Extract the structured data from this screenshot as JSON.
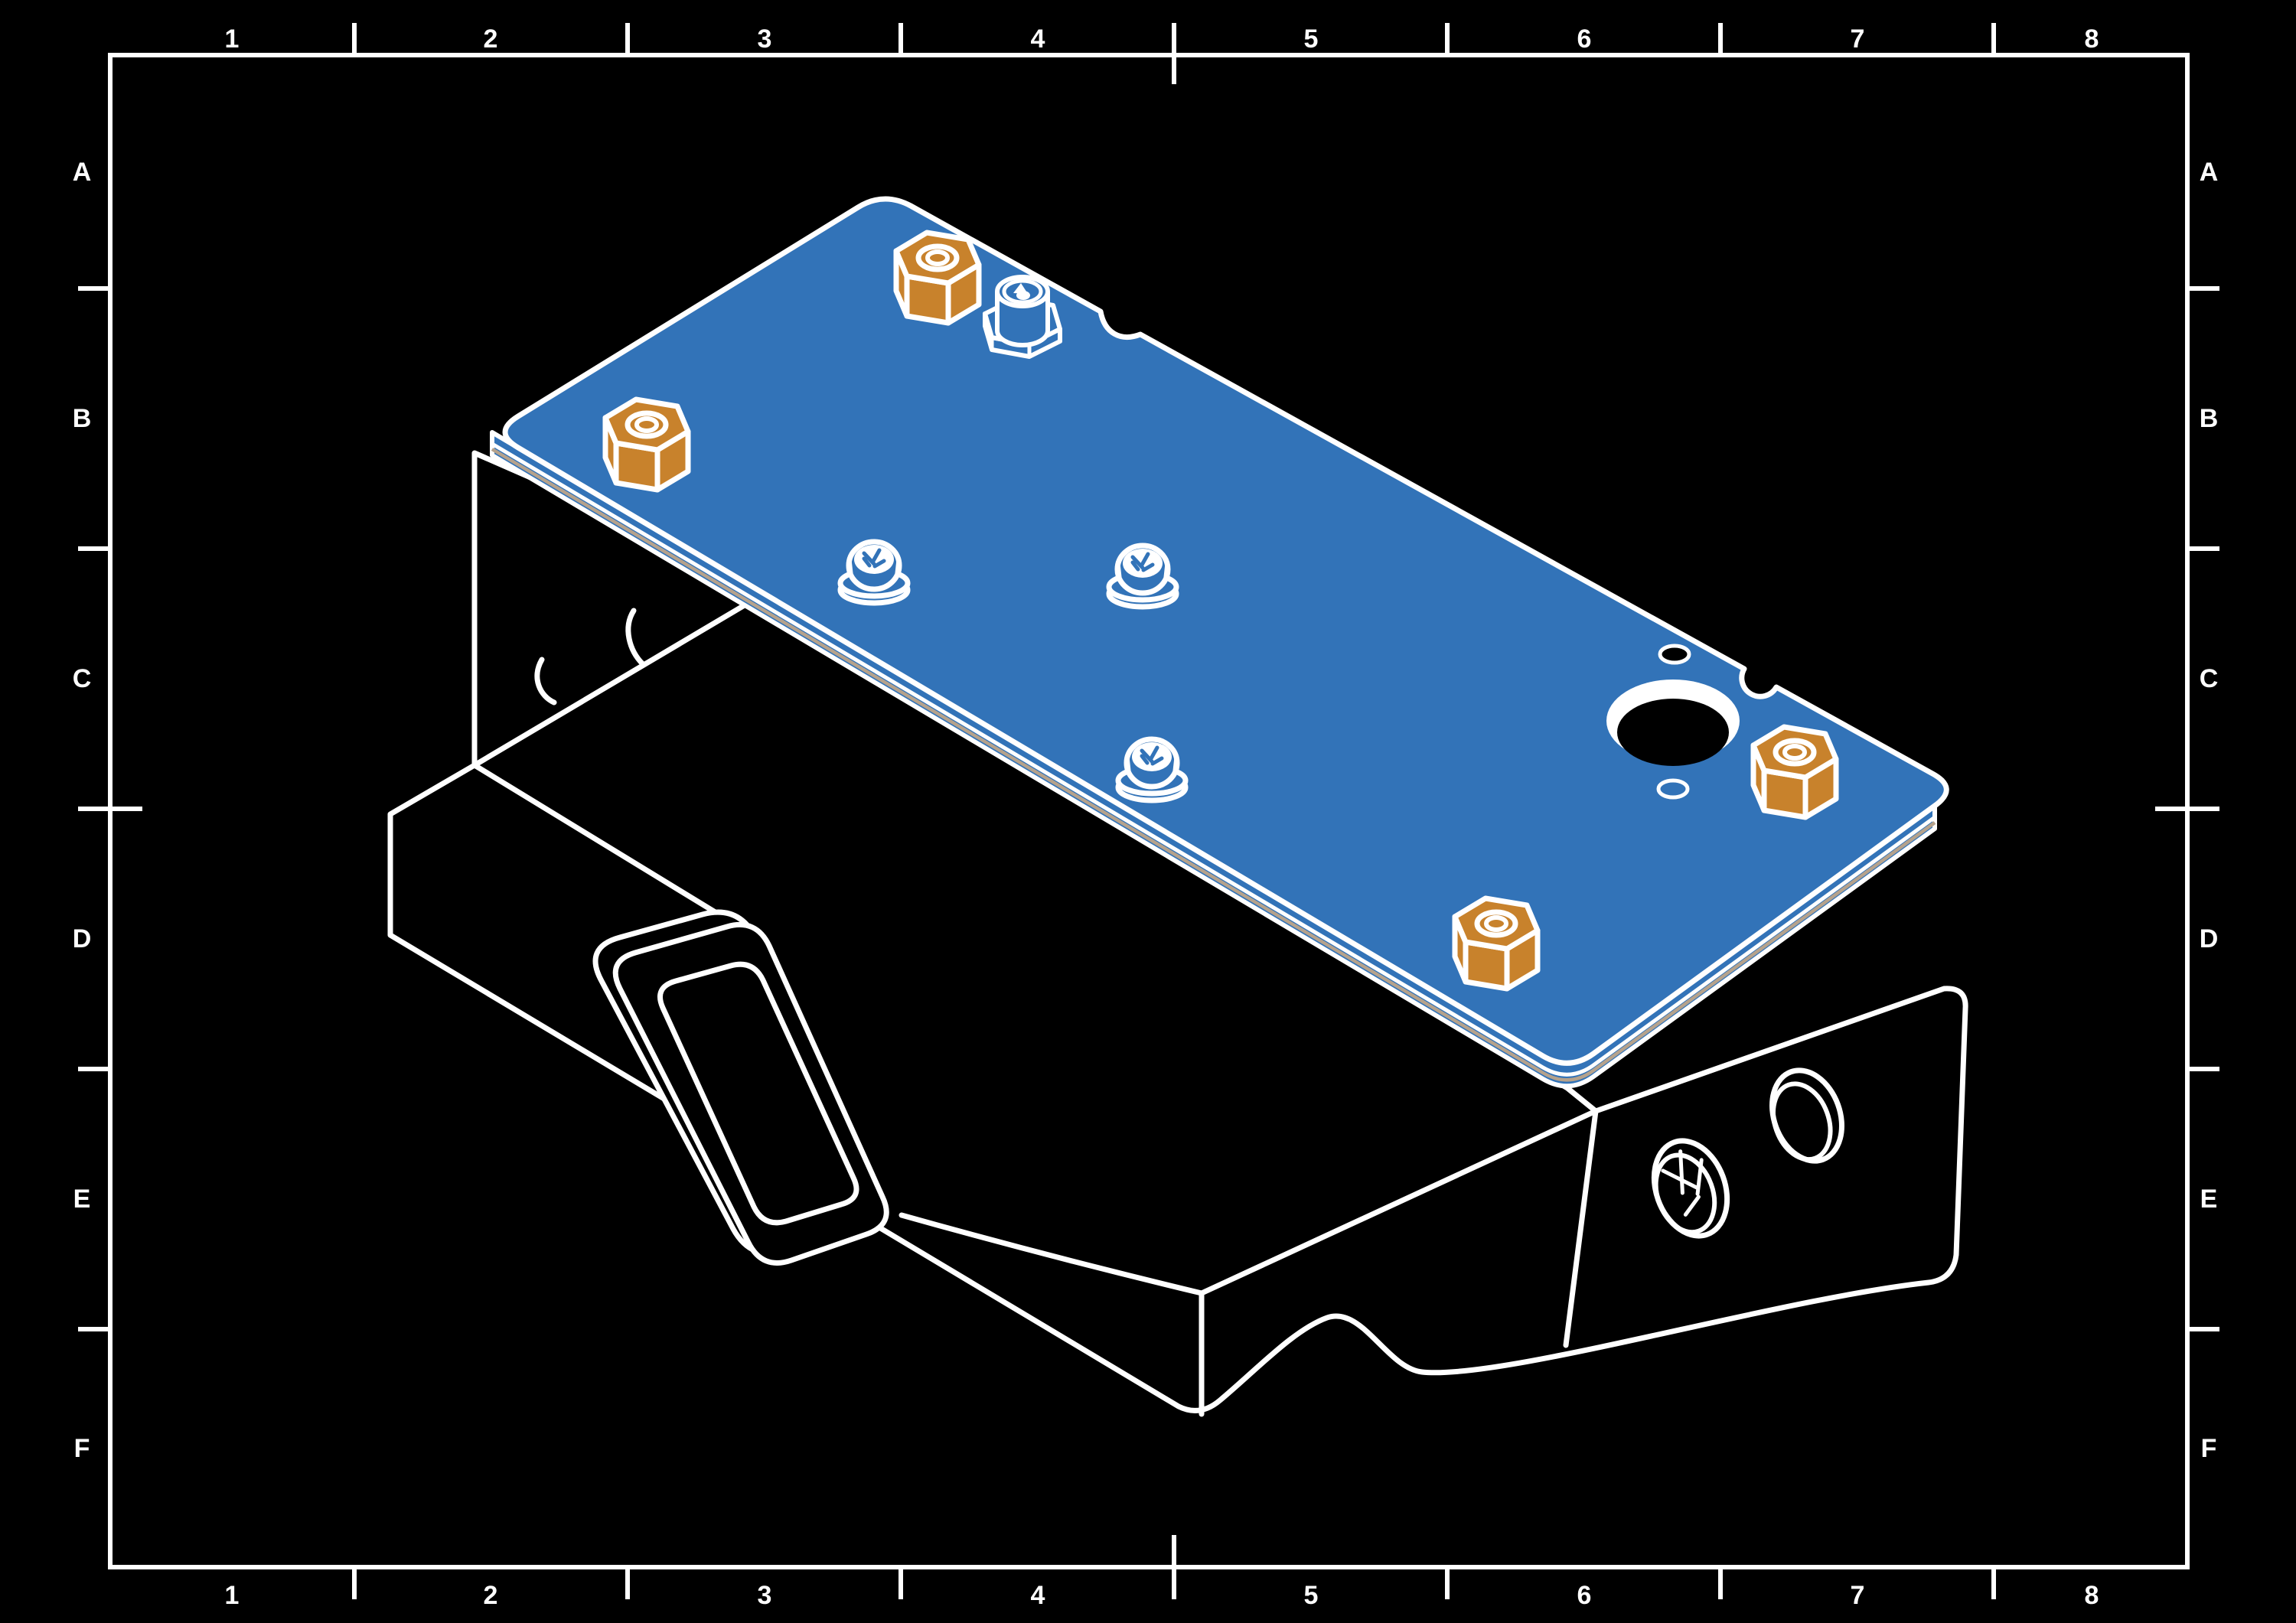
{
  "sheet": {
    "kind": "engineering-drawing",
    "grid": {
      "columns": [
        "1",
        "2",
        "3",
        "4",
        "5",
        "6",
        "7",
        "8"
      ],
      "rows": [
        "A",
        "B",
        "C",
        "D",
        "E",
        "F"
      ]
    }
  },
  "colors": {
    "background_black": "#000000",
    "line_white": "#ffffff",
    "plate_blue": "#3273b8",
    "standoff_orange": "#c8822c",
    "laminate_tan": "#b5a28c"
  },
  "components": {
    "body": "enclosure-body",
    "plate": "top-plate",
    "standoffs": "hex-standoff",
    "connector": "coax-connector",
    "screws": "dome-screw",
    "big_hole": "plate-bore-hole",
    "small_hole_through": "plate-small-through-hole",
    "small_hole_blind": "plate-small-blind-hole",
    "front_port": "front-port-bezel",
    "side_ports": "side-port-holes"
  }
}
